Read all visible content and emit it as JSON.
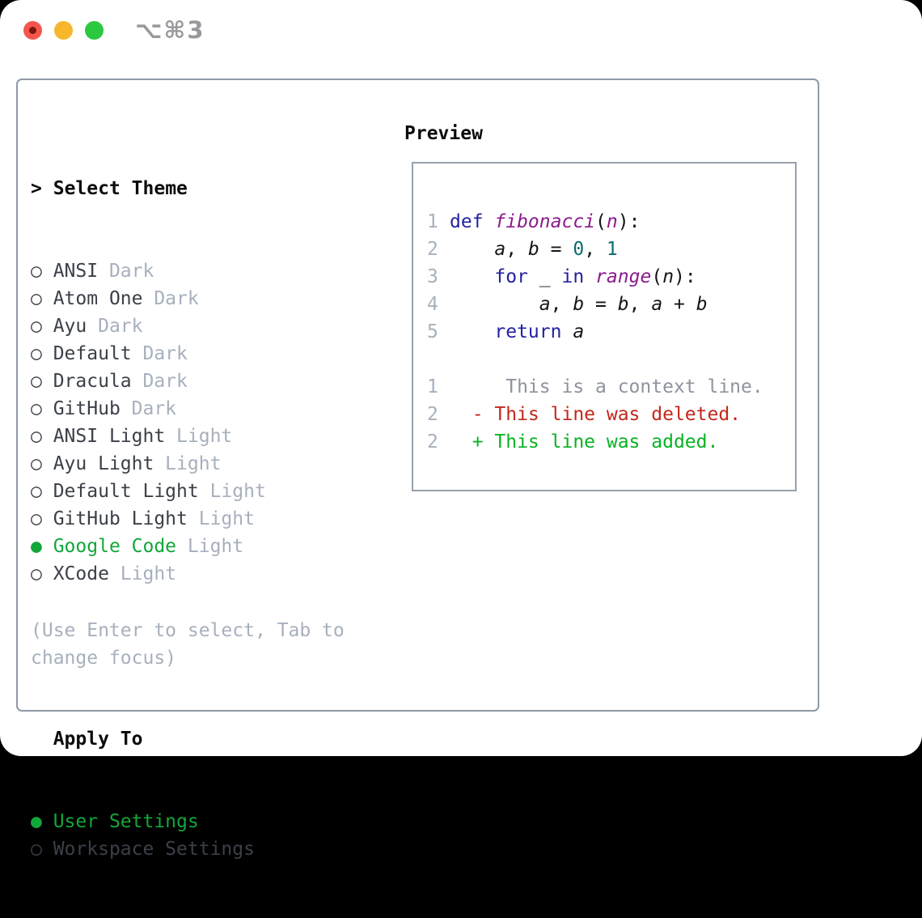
{
  "window": {
    "title": "⌥⌘3",
    "traffic_light_colors": {
      "close": "#f4564e",
      "minimize": "#f7b62c",
      "zoom": "#2bc840"
    }
  },
  "colors": {
    "panel_border": "#8f99a7",
    "item_text": "#3b4048",
    "tag_text": "#a7b0bd",
    "selected_green": "#12a73a",
    "keyword_blue": "#2222a2",
    "function_purple": "#8b1b8b",
    "number_teal": "#0d6c6e",
    "deleted_red": "#c3271b",
    "added_green": "#08b322"
  },
  "theme_picker": {
    "header_prefix": ">",
    "header": "Select Theme",
    "items": [
      {
        "name": "ANSI",
        "tag": "Dark",
        "selected": false
      },
      {
        "name": "Atom One",
        "tag": "Dark",
        "selected": false
      },
      {
        "name": "Ayu",
        "tag": "Dark",
        "selected": false
      },
      {
        "name": "Default",
        "tag": "Dark",
        "selected": false
      },
      {
        "name": "Dracula",
        "tag": "Dark",
        "selected": false
      },
      {
        "name": "GitHub",
        "tag": "Dark",
        "selected": false
      },
      {
        "name": "ANSI Light",
        "tag": "Light",
        "selected": false
      },
      {
        "name": "Ayu Light",
        "tag": "Light",
        "selected": false
      },
      {
        "name": "Default Light",
        "tag": "Light",
        "selected": false
      },
      {
        "name": "GitHub Light",
        "tag": "Light",
        "selected": false
      },
      {
        "name": "Google Code",
        "tag": "Light",
        "selected": true
      },
      {
        "name": "XCode",
        "tag": "Light",
        "selected": false
      }
    ]
  },
  "apply_to": {
    "header": "Apply To",
    "items": [
      {
        "label": "User Settings",
        "selected": true
      },
      {
        "label": "Workspace Settings",
        "selected": false
      }
    ]
  },
  "help_text": "(Use Enter to select, Tab to change focus)",
  "preview": {
    "header": "Preview",
    "code_lines": [
      {
        "num": "1",
        "tokens": [
          {
            "t": "def ",
            "c": "kw"
          },
          {
            "t": "fibonacci",
            "c": "fn"
          },
          {
            "t": "(",
            "c": "pln"
          },
          {
            "t": "n",
            "c": "fn"
          },
          {
            "t": "):",
            "c": "pln"
          }
        ]
      },
      {
        "num": "2",
        "tokens": [
          {
            "t": "    ",
            "c": "pln"
          },
          {
            "t": "a",
            "c": "var"
          },
          {
            "t": ", ",
            "c": "pln"
          },
          {
            "t": "b",
            "c": "var"
          },
          {
            "t": " = ",
            "c": "pln"
          },
          {
            "t": "0",
            "c": "num"
          },
          {
            "t": ", ",
            "c": "pln"
          },
          {
            "t": "1",
            "c": "num"
          }
        ]
      },
      {
        "num": "3",
        "tokens": [
          {
            "t": "    ",
            "c": "pln"
          },
          {
            "t": "for",
            "c": "kw"
          },
          {
            "t": " ",
            "c": "pln"
          },
          {
            "t": "_",
            "c": "var"
          },
          {
            "t": " ",
            "c": "pln"
          },
          {
            "t": "in",
            "c": "kw"
          },
          {
            "t": " ",
            "c": "pln"
          },
          {
            "t": "range",
            "c": "fn"
          },
          {
            "t": "(",
            "c": "pln"
          },
          {
            "t": "n",
            "c": "var"
          },
          {
            "t": "):",
            "c": "pln"
          }
        ]
      },
      {
        "num": "4",
        "tokens": [
          {
            "t": "        ",
            "c": "pln"
          },
          {
            "t": "a",
            "c": "var"
          },
          {
            "t": ", ",
            "c": "pln"
          },
          {
            "t": "b",
            "c": "var"
          },
          {
            "t": " = ",
            "c": "pln"
          },
          {
            "t": "b",
            "c": "var"
          },
          {
            "t": ", ",
            "c": "pln"
          },
          {
            "t": "a",
            "c": "var"
          },
          {
            "t": " + ",
            "c": "pln"
          },
          {
            "t": "b",
            "c": "var"
          }
        ]
      },
      {
        "num": "5",
        "tokens": [
          {
            "t": "    ",
            "c": "pln"
          },
          {
            "t": "return",
            "c": "kw"
          },
          {
            "t": " ",
            "c": "pln"
          },
          {
            "t": "a",
            "c": "var"
          }
        ]
      }
    ],
    "diff_lines": [
      {
        "num": "1",
        "kind": "ctx",
        "text": "     This is a context line."
      },
      {
        "num": "2",
        "kind": "del",
        "text": "  - This line was deleted."
      },
      {
        "num": "2",
        "kind": "add",
        "text": "  + This line was added."
      }
    ]
  }
}
